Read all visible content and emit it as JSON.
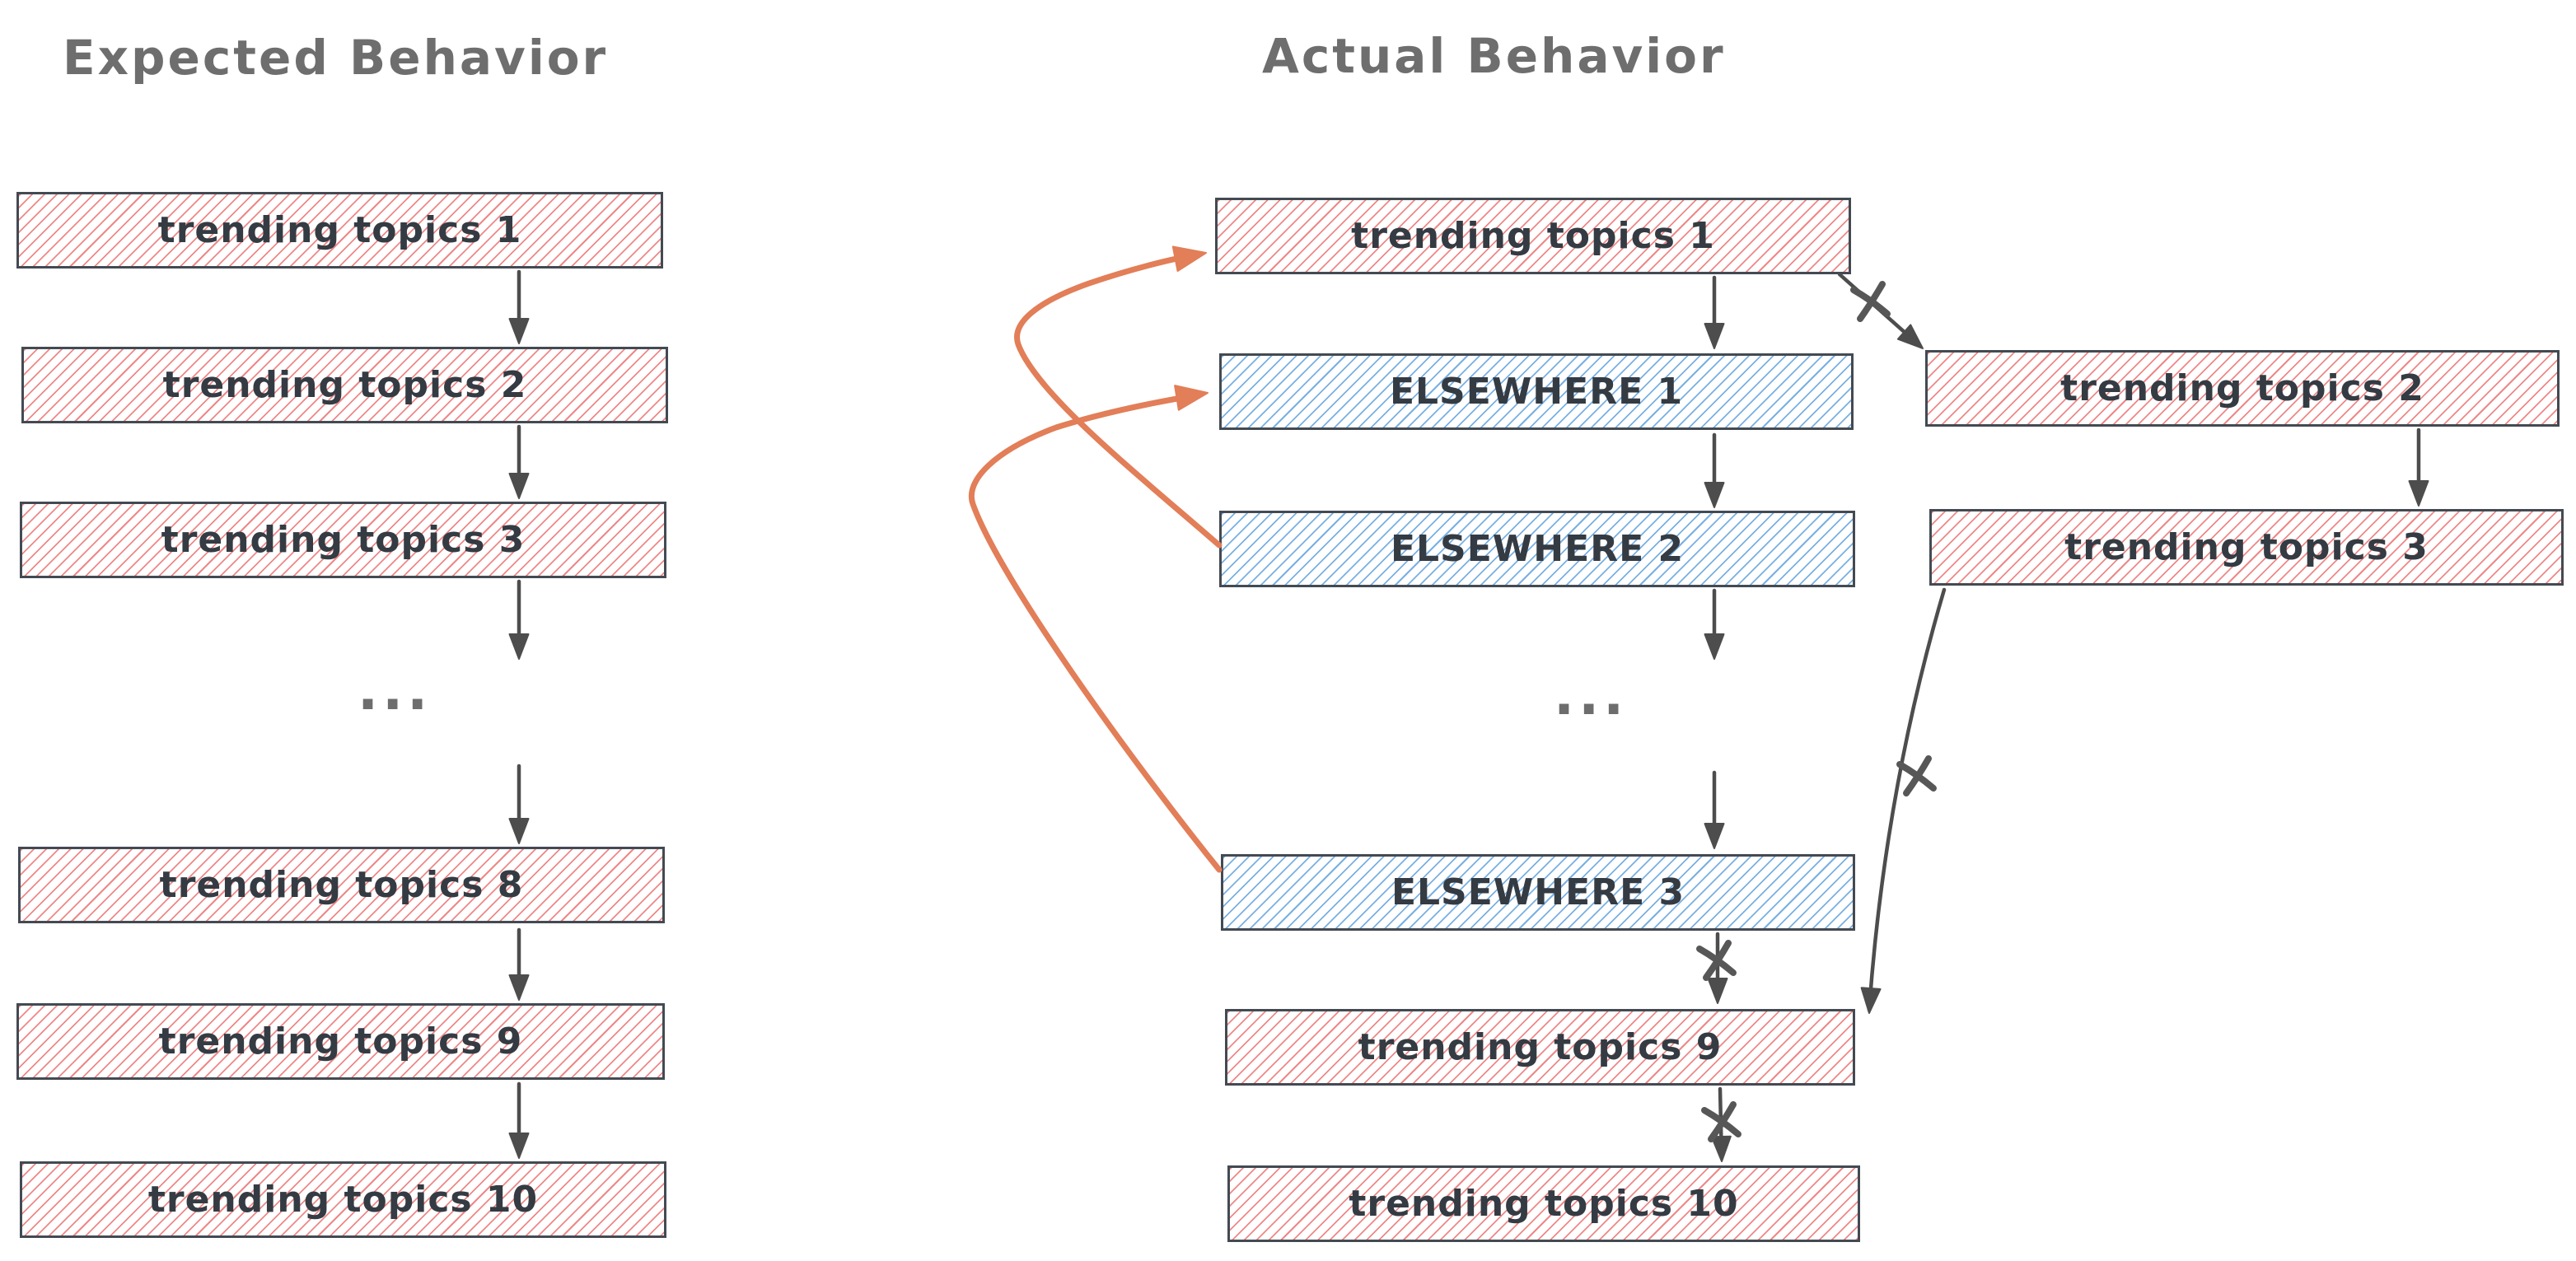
{
  "titles": {
    "expected": "Expected Behavior",
    "actual": "Actual Behavior"
  },
  "expected_column": {
    "boxes": [
      "trending topics 1",
      "trending topics 2",
      "trending topics 3",
      "trending topics 8",
      "trending topics 9",
      "trending topics 10"
    ],
    "ellipsis": "..."
  },
  "actual_column": {
    "main_boxes": [
      {
        "label": "trending topics 1",
        "style": "red"
      },
      {
        "label": "ELSEWHERE 1",
        "style": "blue"
      },
      {
        "label": "ELSEWHERE 2",
        "style": "blue"
      },
      {
        "label": "ELSEWHERE 3",
        "style": "blue"
      },
      {
        "label": "trending topics 9",
        "style": "red"
      },
      {
        "label": "trending topics 10",
        "style": "red"
      }
    ],
    "ellipsis": "...",
    "side_boxes": [
      {
        "label": "trending topics 2",
        "style": "red"
      },
      {
        "label": "trending topics 3",
        "style": "red"
      }
    ]
  },
  "colors": {
    "background": "#ffffff",
    "title_text": "#6e6e6e",
    "box_border": "#434a52",
    "box_text": "#343b43",
    "red_hatch": "#e54848",
    "blue_hatch": "#408ed6",
    "dark_arrow": "#4d4d4d",
    "orange_arrow": "#e27e58"
  }
}
